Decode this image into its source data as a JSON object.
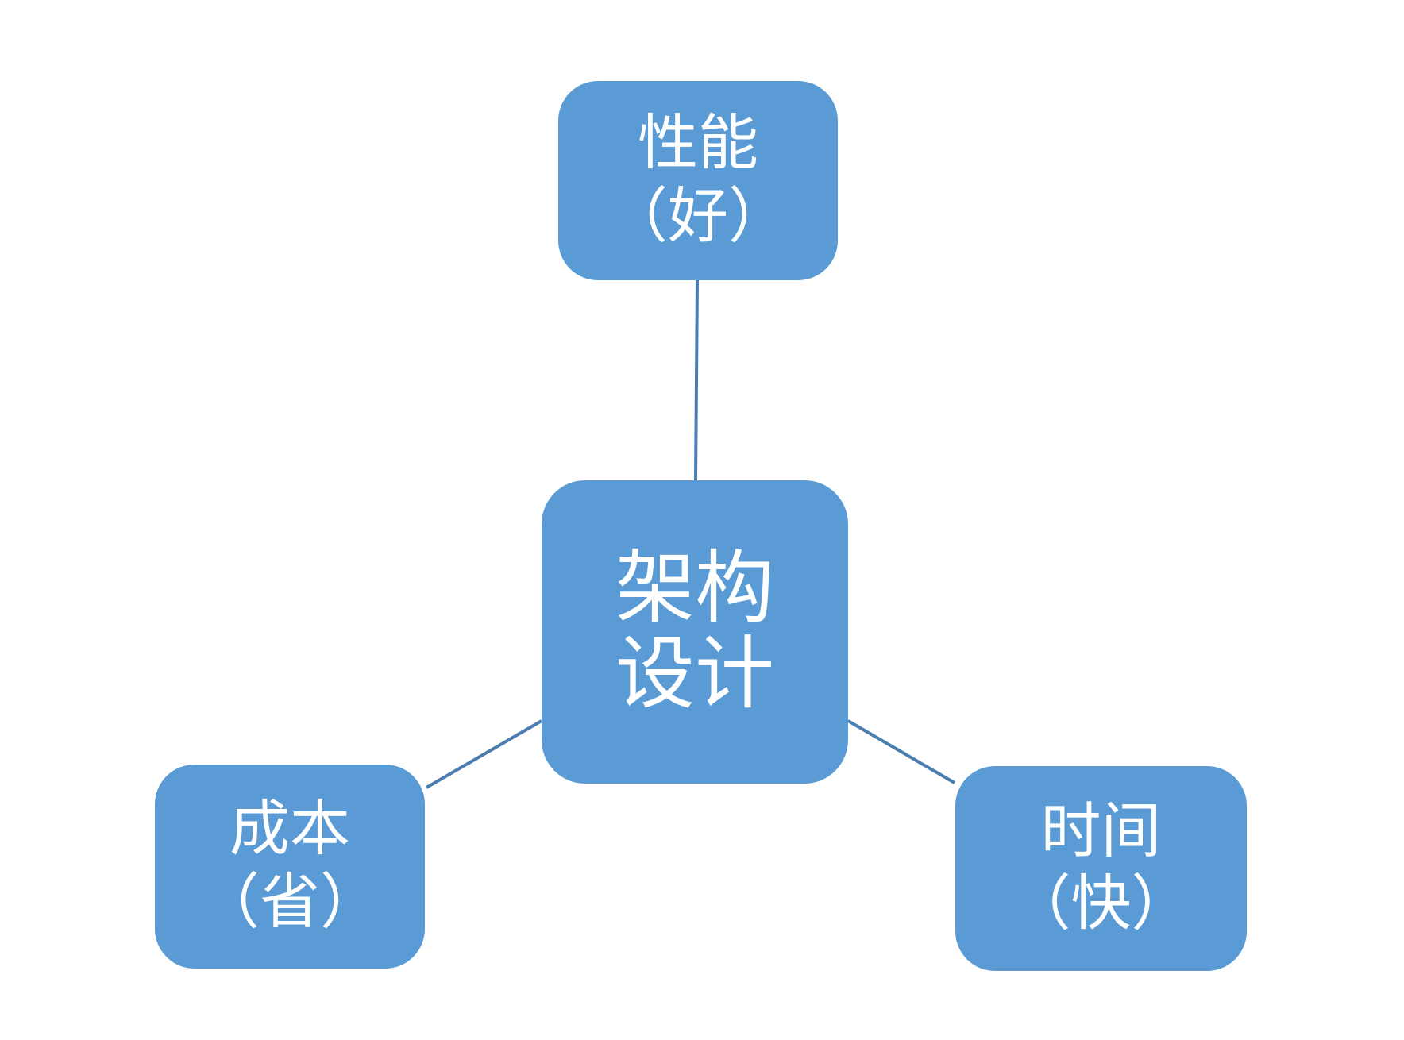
{
  "nodes": {
    "center": {
      "label": "架构设计",
      "lines": [
        "架构",
        "设计"
      ]
    },
    "top": {
      "label": "性能（好）",
      "lines": [
        "性能",
        "（好）"
      ]
    },
    "bottom_left": {
      "label": "成本（省）",
      "lines": [
        "成本",
        "（省）"
      ]
    },
    "bottom_right": {
      "label": "时间（快）",
      "lines": [
        "时间",
        "（快）"
      ]
    }
  },
  "edges": [
    {
      "from": "center",
      "to": "top"
    },
    {
      "from": "center",
      "to": "bottom_left"
    },
    {
      "from": "center",
      "to": "bottom_right"
    }
  ],
  "colors": {
    "node_fill": "#5B9BD5",
    "connector": "#4B7EAF",
    "node_text": "#FFFFFF",
    "background": "#FFFFFF"
  }
}
